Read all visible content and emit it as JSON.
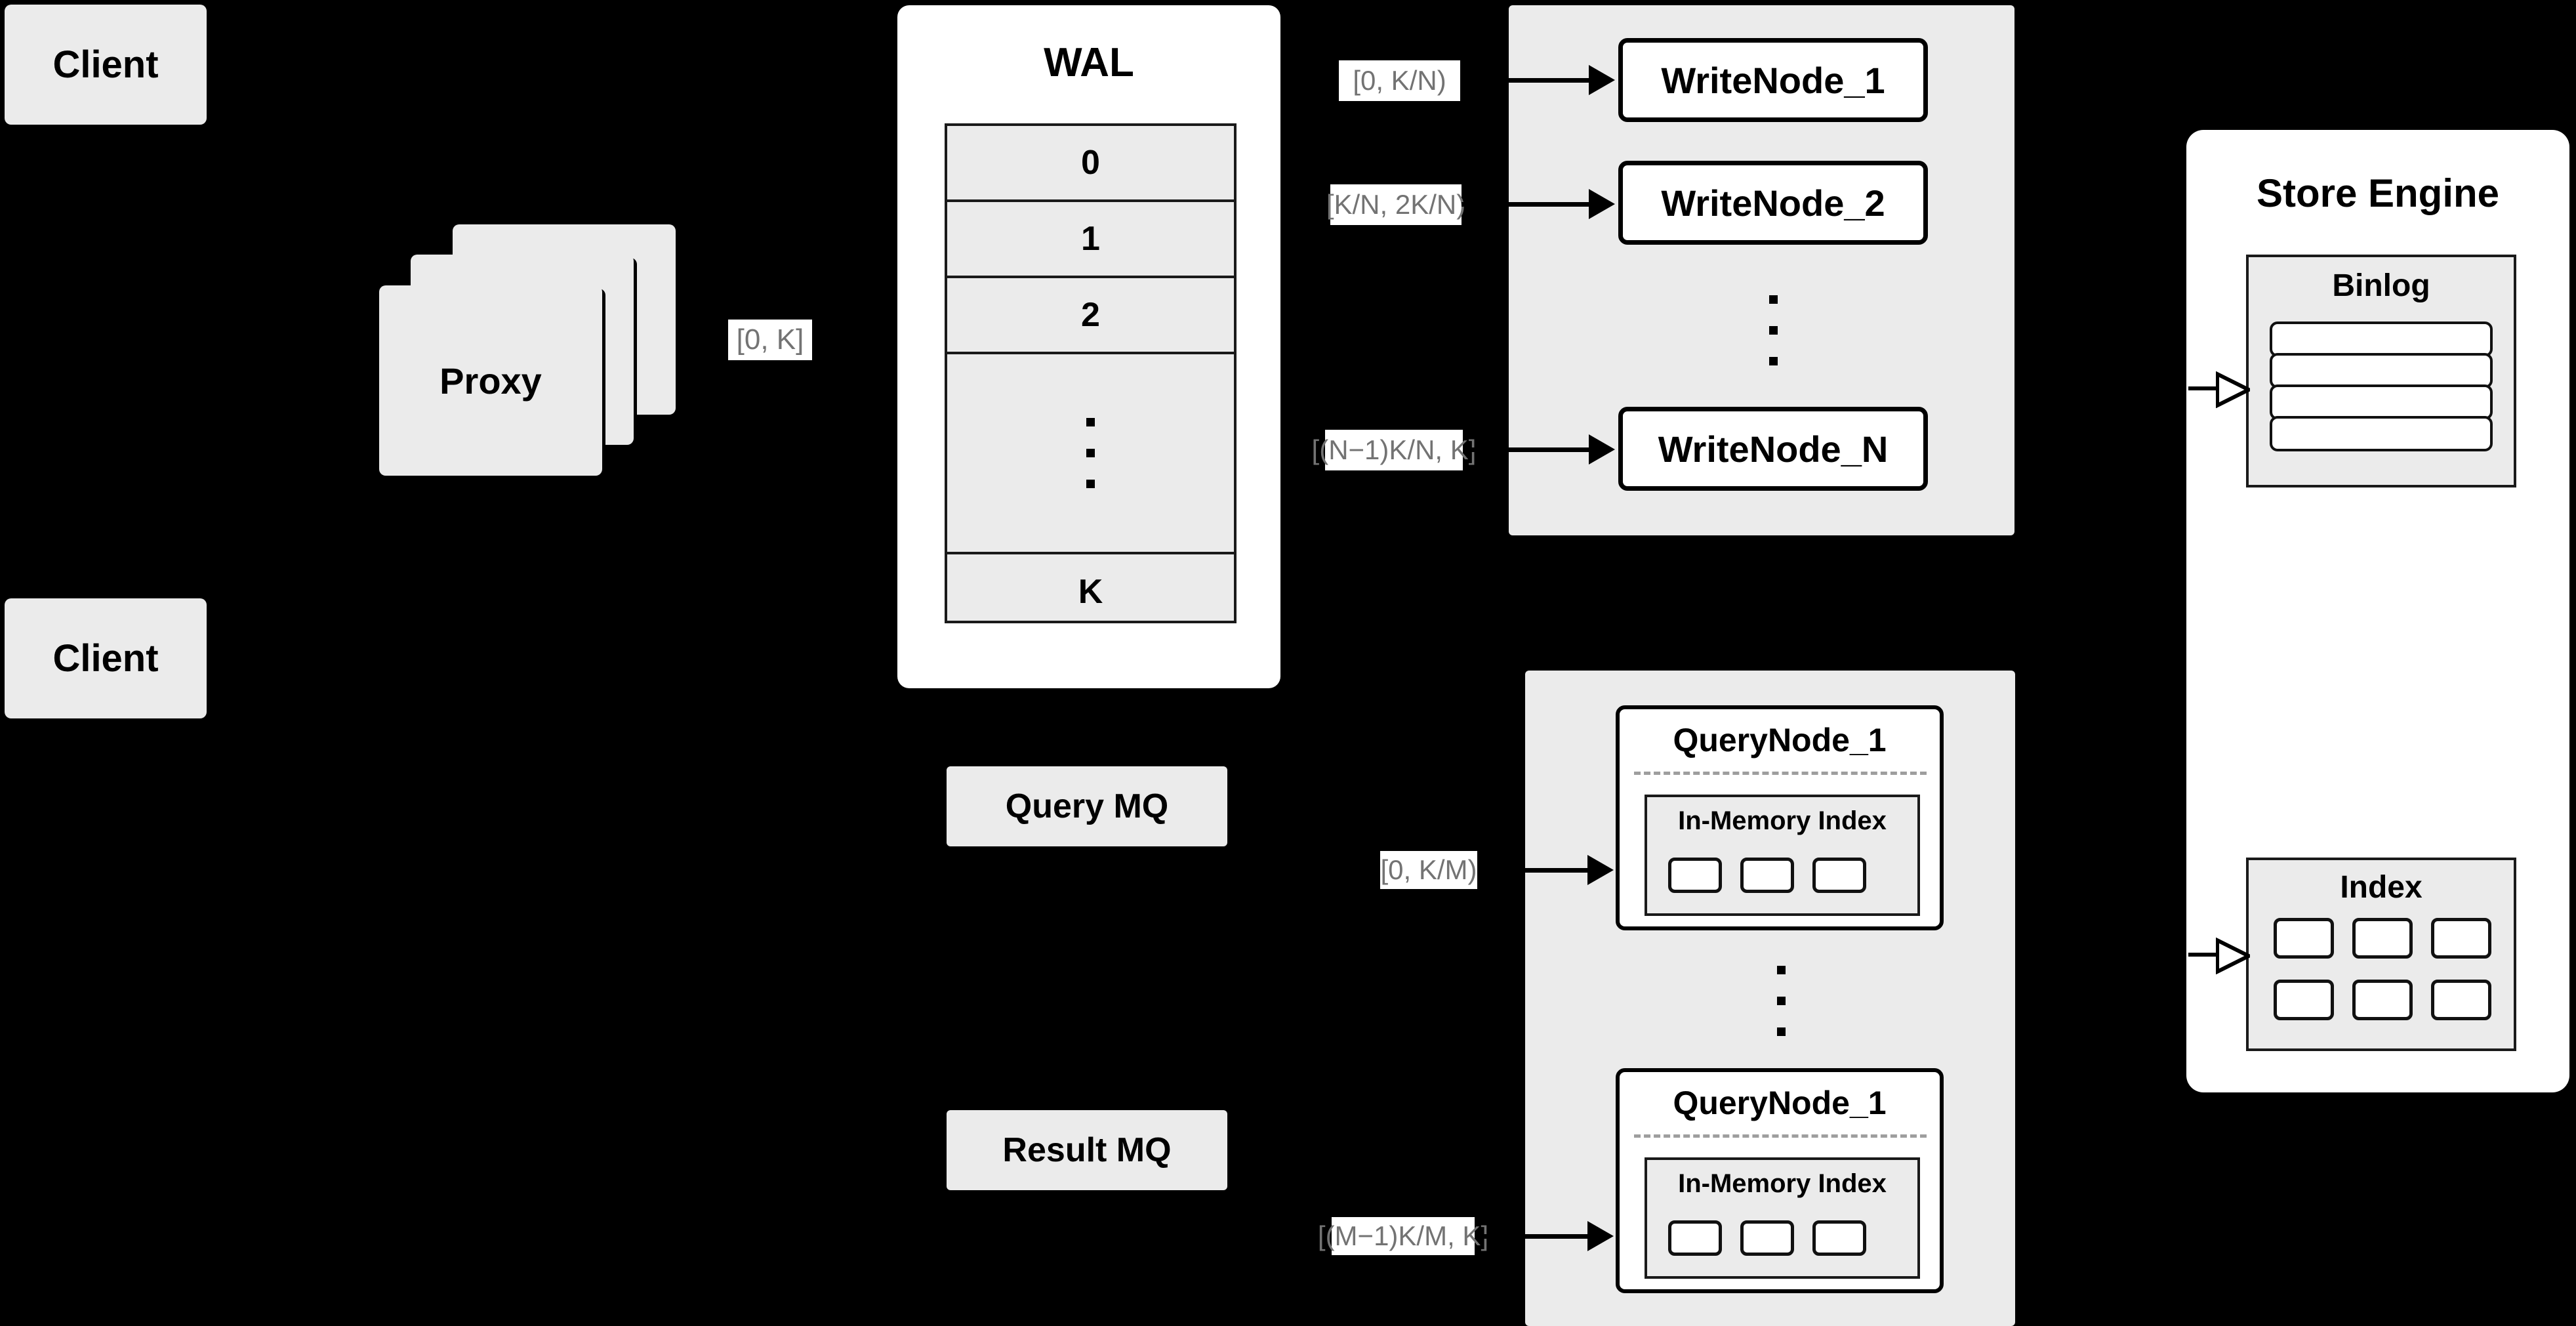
{
  "diagram": {
    "title": "Distributed Vector Database Write/Query Architecture",
    "colors": {
      "background": "#000000",
      "node_fill": "#ebebeb",
      "panel_fill": "#ffffff",
      "stroke": "#000000",
      "label_text": "#737373",
      "dashed_separator": "#9e9e9e"
    }
  },
  "clients": [
    {
      "label": "Client"
    },
    {
      "label": "Client"
    }
  ],
  "proxy": {
    "label": "Proxy",
    "stack_count": 3
  },
  "wal": {
    "title": "WAL",
    "entries": [
      "0",
      "1",
      "2",
      "⋮",
      "K"
    ],
    "ellipsis_dots": 3
  },
  "edge_labels": {
    "proxy_to_wal": "[0, K]",
    "write_node_1": "[0,  K/N)",
    "write_node_2": "[K/N, 2K/N)",
    "write_node_n": "[(N−1)K/N,  K]",
    "query_node_1": "[0, K/M)",
    "query_node_m": "[(M−1)K/M, K]"
  },
  "write_cluster": {
    "nodes": [
      {
        "label": "WriteNode_1"
      },
      {
        "label": "WriteNode_2"
      },
      {
        "label": "WriteNode_N"
      }
    ],
    "ellipsis_dots": 3
  },
  "message_queues": [
    {
      "label": "Query MQ"
    },
    {
      "label": "Result MQ"
    }
  ],
  "query_cluster": {
    "nodes": [
      {
        "label": "QueryNode_1",
        "index": {
          "label": "In-Memory Index",
          "segment_count": 3
        }
      },
      {
        "label": "QueryNode_1",
        "index": {
          "label": "In-Memory Index",
          "segment_count": 3
        }
      }
    ],
    "ellipsis_dots": 3
  },
  "store_engine": {
    "title": "Store Engine",
    "binlog": {
      "title": "Binlog",
      "bar_count": 4
    },
    "index": {
      "title": "Index",
      "chip_count": 6,
      "rows": 2,
      "cols": 3
    }
  }
}
